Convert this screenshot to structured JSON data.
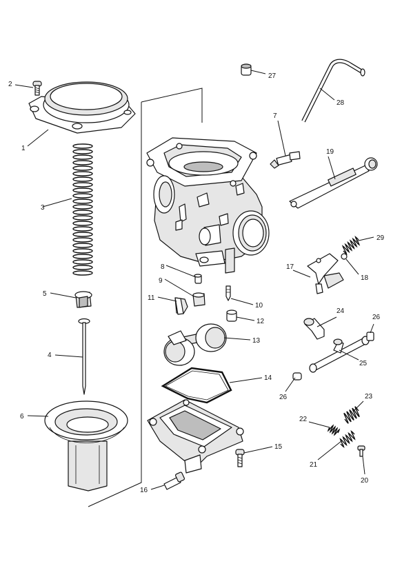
{
  "callouts": {
    "c1": "1",
    "c2": "2",
    "c3": "3",
    "c4": "4",
    "c5": "5",
    "c6": "6",
    "c7": "7",
    "c8": "8",
    "c9": "9",
    "c10": "10",
    "c11": "11",
    "c12": "12",
    "c13": "13",
    "c14": "14",
    "c15": "15",
    "c16": "16",
    "c17": "17",
    "c18": "18",
    "c19": "19",
    "c20": "20",
    "c21": "21",
    "c22": "22",
    "c23": "23",
    "c24": "24",
    "c25": "25",
    "c26a": "26",
    "c26b": "26",
    "c27": "27",
    "c28": "28",
    "c29": "29"
  },
  "icons": {
    "carburettor-body": "carburettor-body-icon",
    "top-cover": "top-cover-icon",
    "spring": "spring-icon",
    "diaphragm": "diaphragm-icon",
    "needle": "needle-icon",
    "float": "float-icon",
    "float-bowl": "float-bowl-icon"
  }
}
